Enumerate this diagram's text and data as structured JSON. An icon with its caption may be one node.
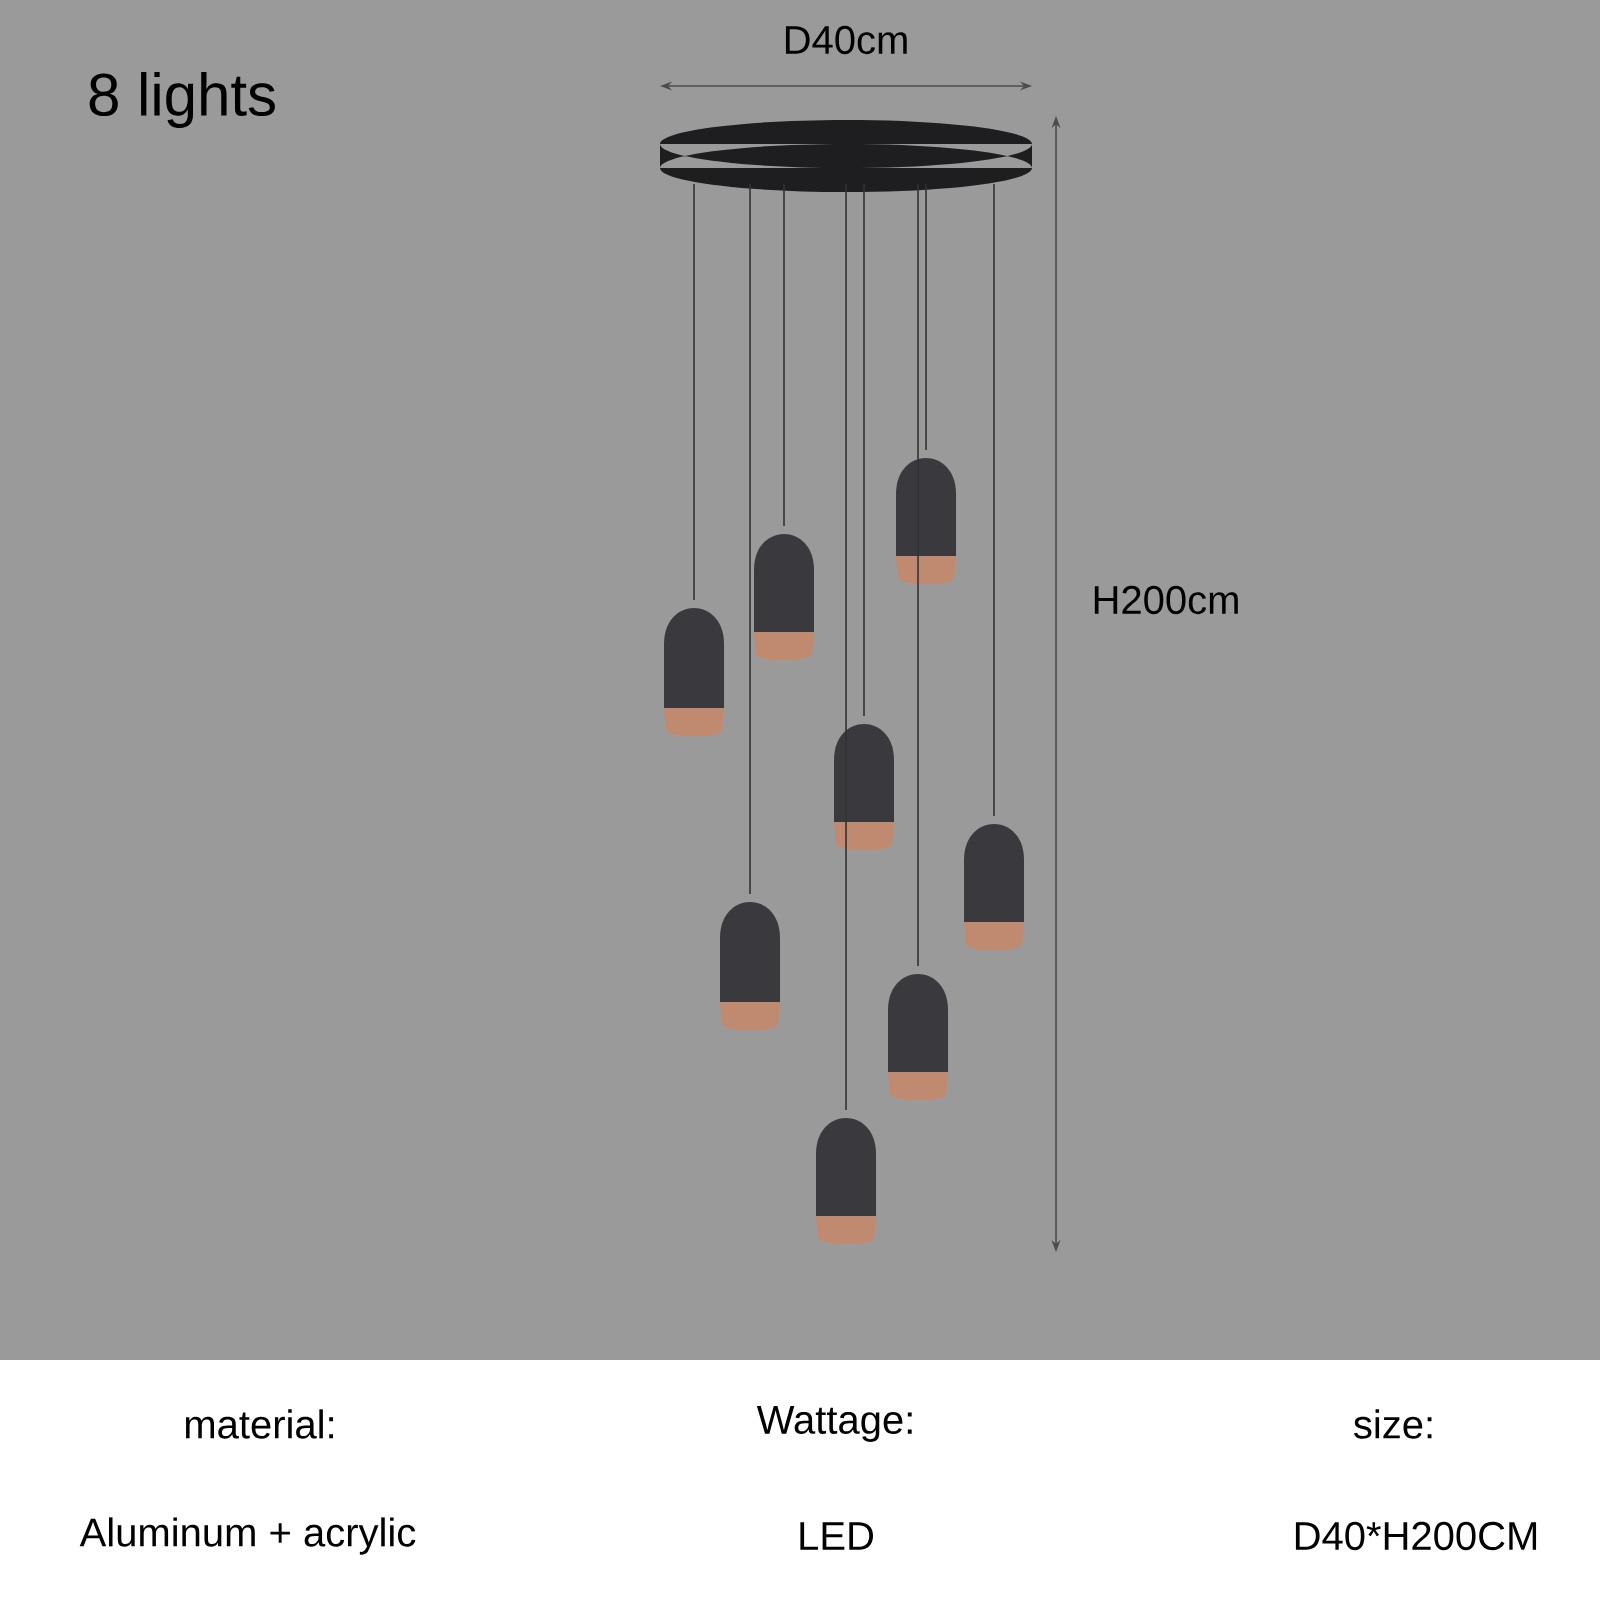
{
  "diagram": {
    "title": "8 lights",
    "labels": [
      "D40cm",
      "H200cm",
      "material:",
      "Wattage:",
      "size:",
      "Aluminum + acrylic",
      "LED",
      "D40*H200CM"
    ]
  }
}
